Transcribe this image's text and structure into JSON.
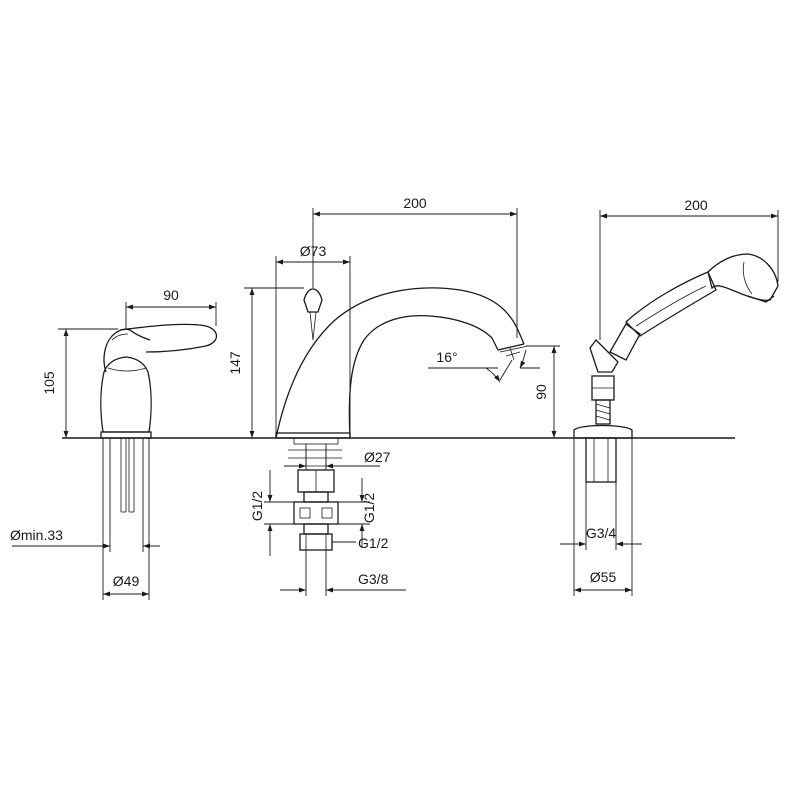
{
  "mixer": {
    "labels": {
      "handle_width": "90",
      "height": "105",
      "hole_min": "Ømin.33",
      "base_diameter": "Ø49"
    }
  },
  "spout": {
    "labels": {
      "reach": "200",
      "diameter": "Ø73",
      "height": "147",
      "angle": "16°",
      "outlet_height": "90",
      "hole": "Ø27",
      "thread_left": "G1/2",
      "thread_right": "G1/2",
      "thread_lower": "G1/2",
      "outlet_thread": "G3/8"
    }
  },
  "handshower": {
    "labels": {
      "reach": "200",
      "thread": "G3/4",
      "base_diameter": "Ø55"
    }
  }
}
